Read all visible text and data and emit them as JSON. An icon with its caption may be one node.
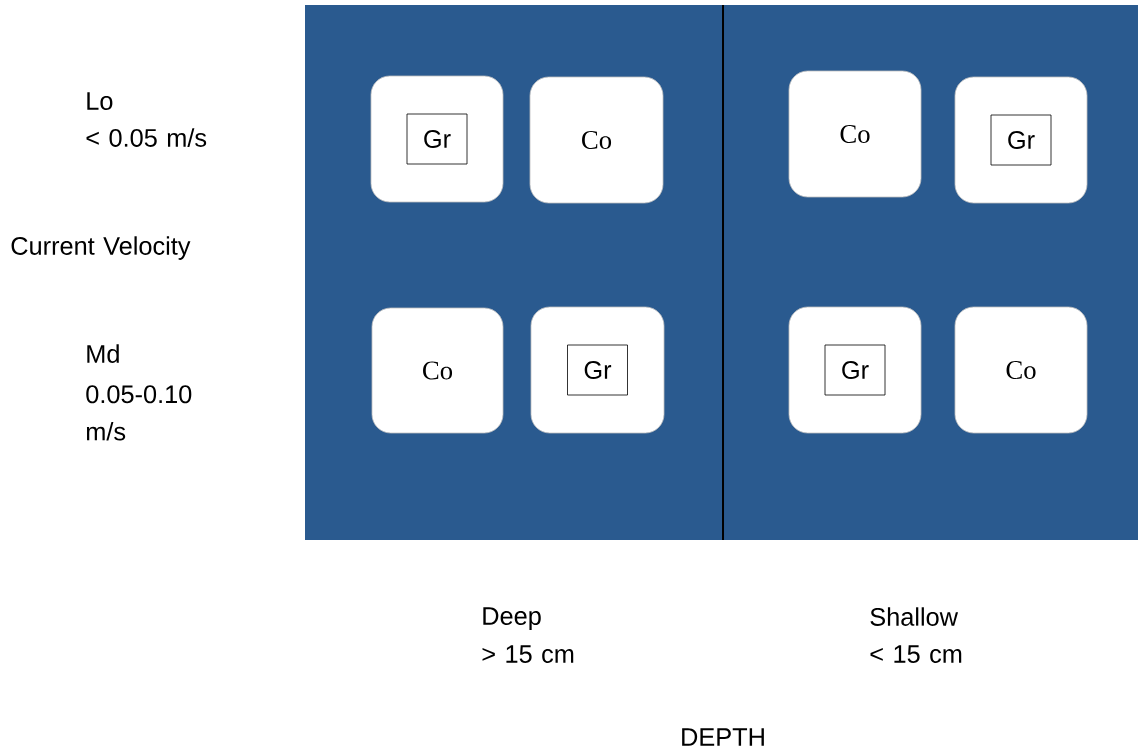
{
  "diagram": {
    "nodes": [
      {
        "text": [],
        "shape": "box"
      },
      {
        "text": [],
        "shape": "box",
        "in": 0
      },
      {
        "text": [
          "Gr"
        ],
        "in": 1
      },
      {
        "text": [
          "Co"
        ],
        "in": 0
      },
      {
        "text": [
          "Co"
        ],
        "in": 0
      },
      {
        "text": [],
        "shape": "box",
        "in": 0
      },
      {
        "text": [
          "Gr"
        ],
        "in": 5
      },
      {
        "text": [
          "Co"
        ],
        "in": 0
      },
      {
        "text": [],
        "shape": "box",
        "in": 0
      },
      {
        "text": [
          "Gr"
        ],
        "in": 8
      },
      {
        "text": [],
        "shape": "box",
        "in": 0
      },
      {
        "text": [
          "Gr"
        ],
        "in": 10
      },
      {
        "text": [
          "Co"
        ],
        "in": 0
      }
    ],
    "labels": [
      "Lo",
      "< 0.05 m/s",
      "Current Velocity",
      "Md",
      "0.05-0.10 m/s",
      "Deep",
      "> 15 cm",
      "Shallow",
      "< 15 cm",
      "DEPTH"
    ]
  }
}
